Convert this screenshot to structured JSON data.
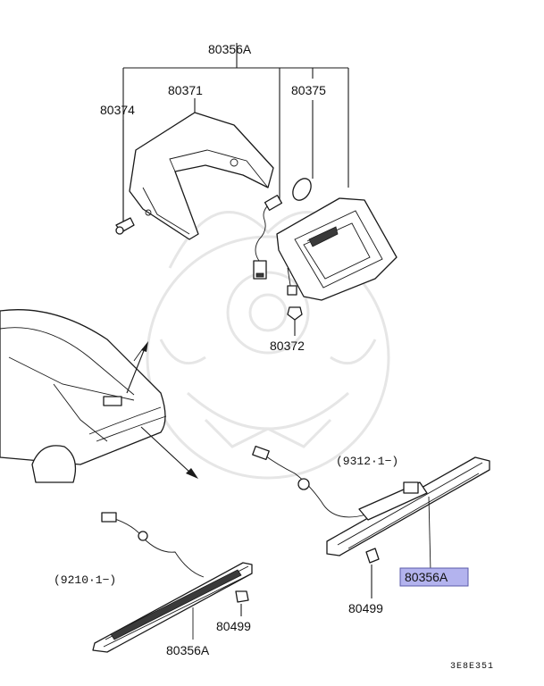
{
  "labels": {
    "assembly_top": "80356A",
    "cover": "80371",
    "screw": "80374",
    "bulb": "80375",
    "nut_top": "80372",
    "date_right": "(9312·1−)",
    "assembly_right": "80356A",
    "nut_right": "80499",
    "date_left": "(9210·1−)",
    "nut_left": "80499",
    "assembly_left": "80356A",
    "diagram_code": "3E8E351"
  },
  "colors": {
    "line": "#1a1a1a",
    "highlight_fill": "#b3b3ee",
    "highlight_border": "#5a5aa8",
    "watermark": "#e6e6e6"
  }
}
